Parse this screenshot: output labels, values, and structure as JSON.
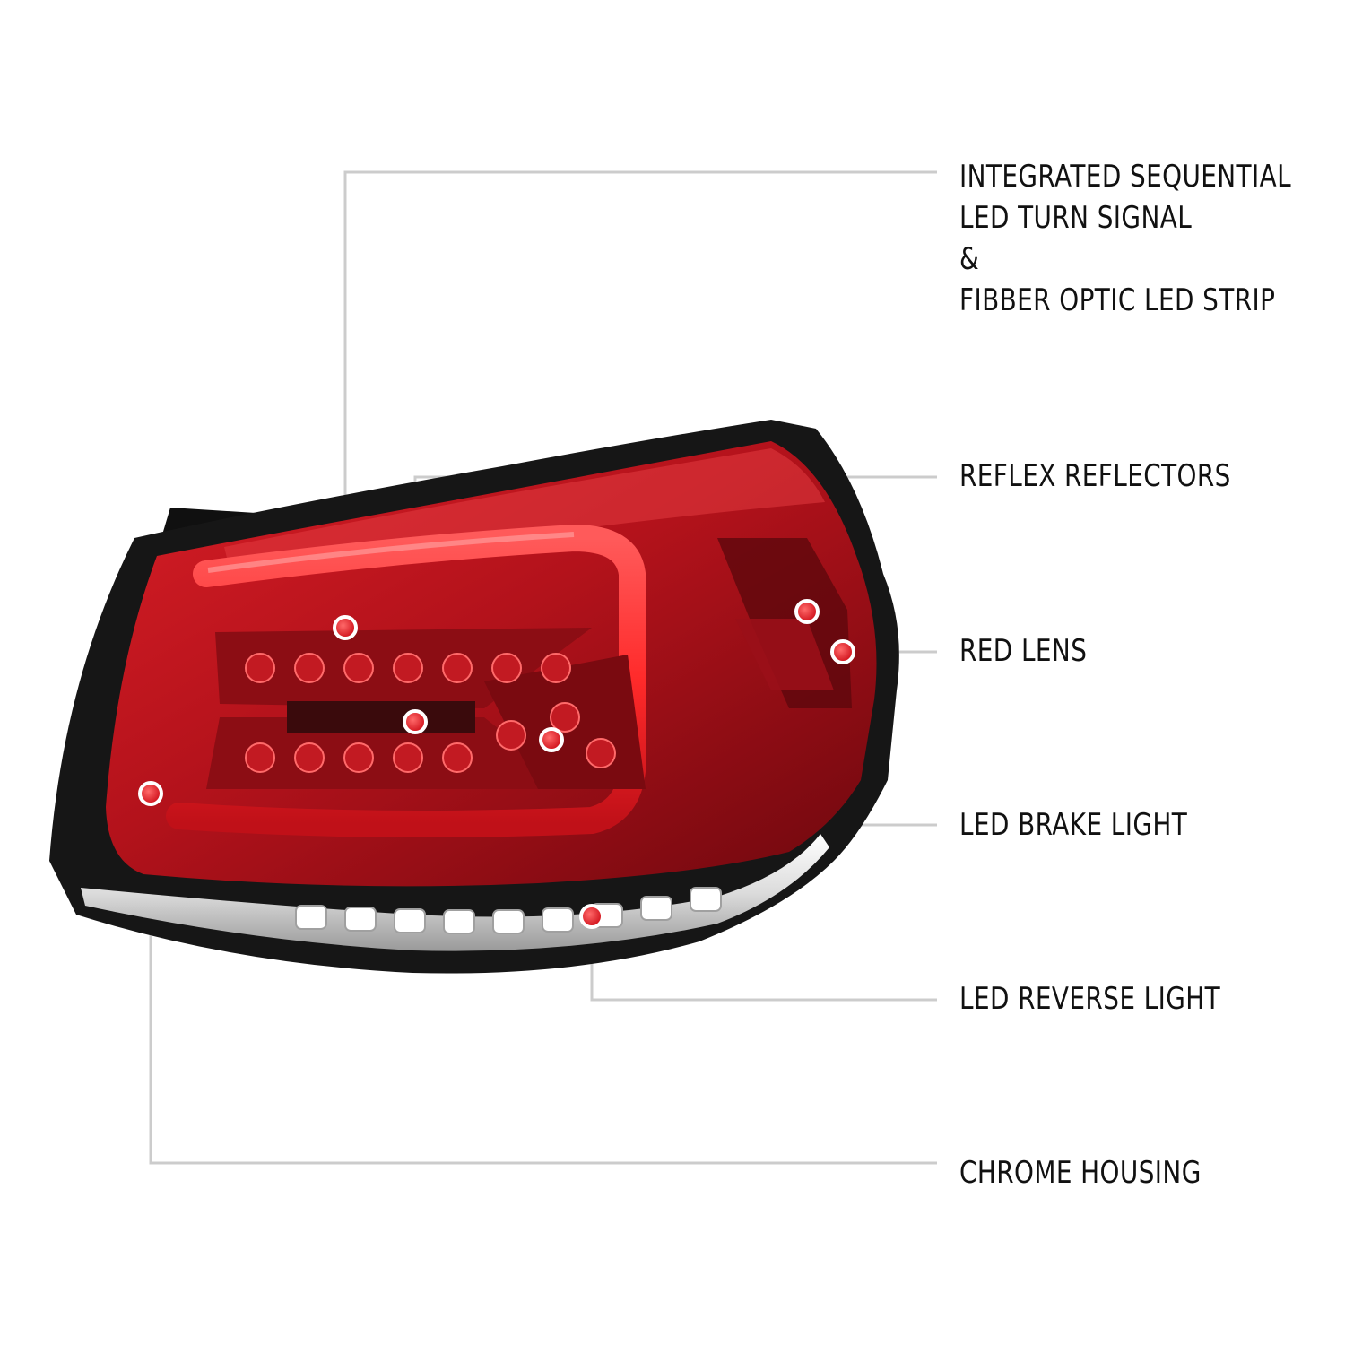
{
  "callouts": {
    "turn_signal": {
      "line1": "INTEGRATED SEQUENTIAL",
      "line2": "LED TURN SIGNAL",
      "line3": "&",
      "line4": "FIBBER OPTIC LED STRIP"
    },
    "reflex_reflectors": "REFLEX REFLECTORS",
    "red_lens": "RED LENS",
    "led_brake_light": "LED BRAKE LIGHT",
    "led_reverse_light": "LED REVERSE LIGHT",
    "chrome_housing": "CHROME HOUSING"
  },
  "colors": {
    "lens_red": "#c0141c",
    "lens_dark_red": "#7a0a10",
    "housing_black": "#141414",
    "chrome": "#e8e8e8",
    "leader_line": "#c8c8c8",
    "marker_red": "#e0101a"
  }
}
